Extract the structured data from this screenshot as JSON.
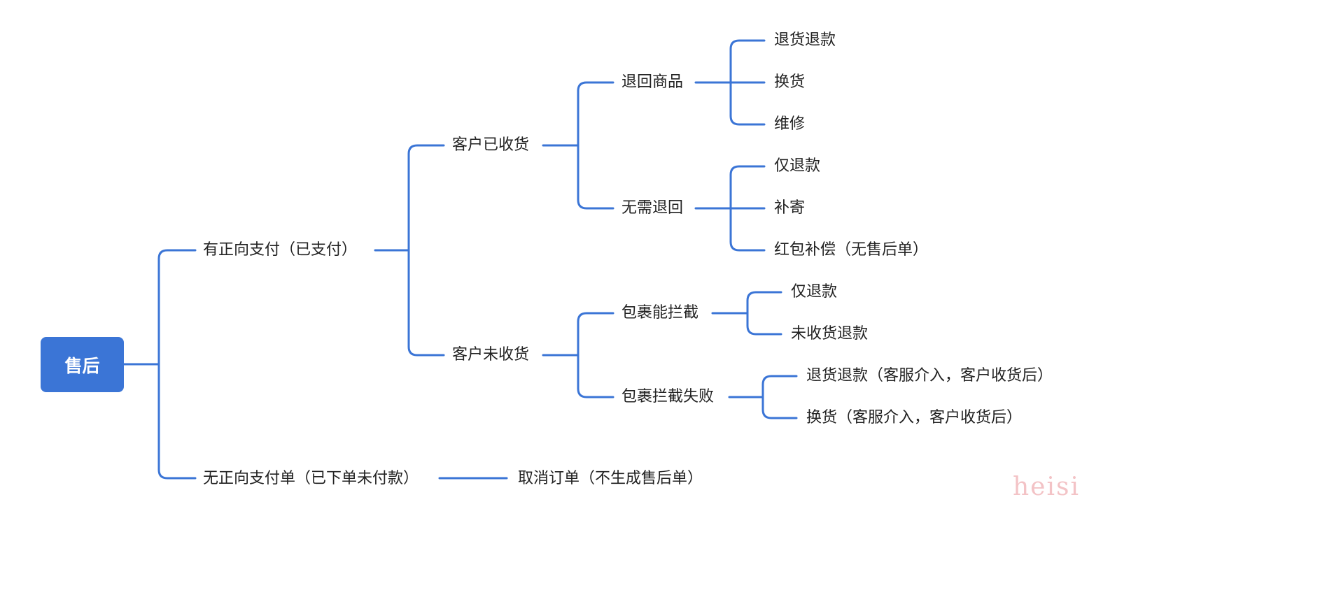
{
  "colors": {
    "accent": "#3b75d6",
    "root_bg": "#3b75d6",
    "text": "#222222",
    "watermark": "#f3c3c6"
  },
  "root": {
    "label": "售后"
  },
  "level1": {
    "paid": "有正向支付（已支付）",
    "unpaid": "无正向支付单（已下单未付款）"
  },
  "level2": {
    "received": "客户已收货",
    "not_received": "客户未收货",
    "cancel": "取消订单（不生成售后单）"
  },
  "level3": {
    "return_goods": "退回商品",
    "no_return": "无需退回",
    "intercept_ok": "包裹能拦截",
    "intercept_fail": "包裹拦截失败"
  },
  "leaves": {
    "return_goods": [
      "退货退款",
      "换货",
      "维修"
    ],
    "no_return": [
      "仅退款",
      "补寄",
      "红包补偿（无售后单）"
    ],
    "intercept_ok": [
      "仅退款",
      "未收货退款"
    ],
    "intercept_fail": [
      "退货退款（客服介入，客户收货后）",
      "换货（客服介入，客户收货后）"
    ]
  },
  "watermark": "heisi"
}
